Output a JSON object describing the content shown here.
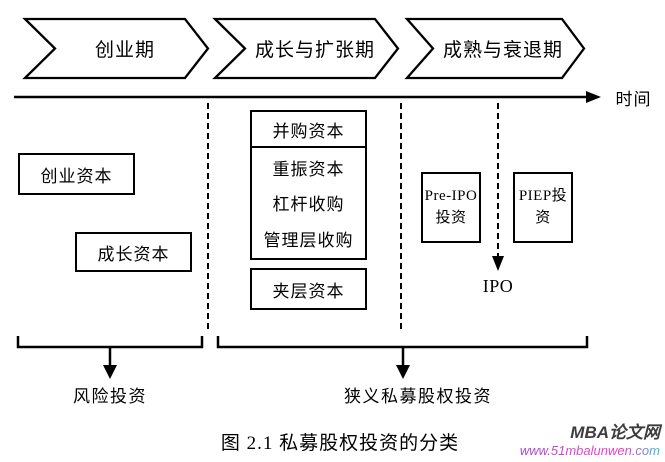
{
  "phases": [
    {
      "label": "创业期"
    },
    {
      "label": "成长与扩张期"
    },
    {
      "label": "成熟与衰退期"
    }
  ],
  "timeline": {
    "label": "时间"
  },
  "boxes": {
    "venture": "创业资本",
    "growth": "成长资本",
    "buyout": "并购资本",
    "group": [
      "重振资本",
      "杠杆收购",
      "管理层收购"
    ],
    "mezzanine": "夹层资本",
    "pre_ipo": {
      "line1": "Pre-IPO",
      "line2": "投资"
    },
    "piep": {
      "line1": "PIEP投",
      "line2": "资"
    }
  },
  "ipo": {
    "label": "IPO"
  },
  "brackets": {
    "left_label": "风险投资",
    "right_label": "狭义私募股权投资"
  },
  "caption": "图 2.1 私募股权投资的分类",
  "watermark": {
    "site_name": "MBA论文网",
    "url": "www.51mbalunwen.com"
  },
  "colors": {
    "line": "#000000",
    "box_fill": "#ffffff",
    "watermark_name": "#3d3d3d",
    "watermark_url_start": "#9b4bd4",
    "watermark_url_mid": "#ee3ecd",
    "watermark_url_end": "#2bbfe2"
  }
}
